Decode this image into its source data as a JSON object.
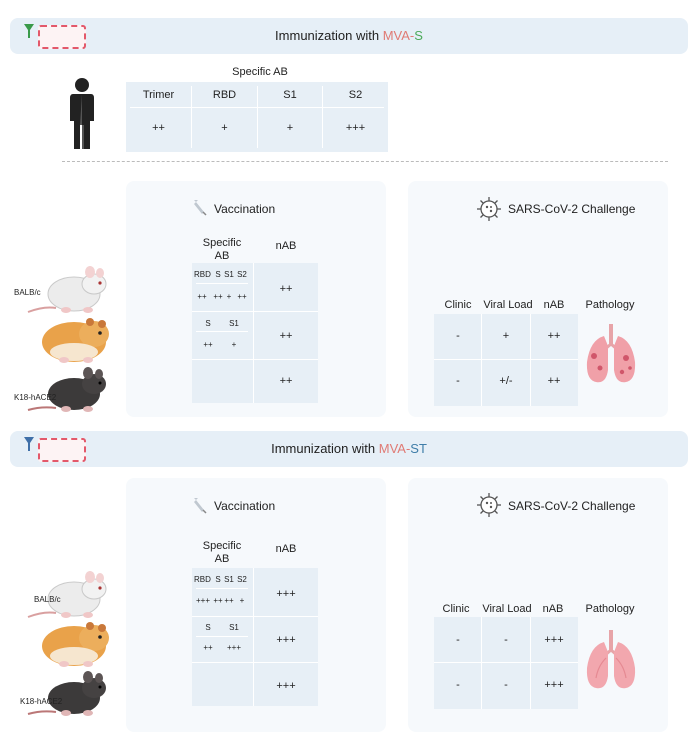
{
  "colors": {
    "mva": "#e07a74",
    "s": "#4caa5a",
    "st": "#3f7da8",
    "panel": "#f6f9fc",
    "cell": "#e7eff6",
    "banner": "#e6eff7"
  },
  "human": {
    "banner": {
      "prefix": "Immunization with ",
      "mva": "MVA",
      "dash": "-",
      "antigen": "S"
    },
    "table_title": "Specific AB",
    "headers": [
      "Trimer",
      "RBD",
      "S1",
      "S2"
    ],
    "values": [
      "++",
      "+",
      "+",
      "+++"
    ]
  },
  "animals": {
    "balb": "BALB/c",
    "k18": "K18-hACE2"
  },
  "sec1": {
    "banner": {
      "prefix": "Immunization with ",
      "mva": "MVA",
      "dash": "-",
      "antigen": "S"
    },
    "vaccination": {
      "title": "Vaccination",
      "col_specific": "Specific AB",
      "col_nab": "nAB",
      "r1_heads": [
        "RBD",
        "S",
        "S1",
        "S2"
      ],
      "r1_vals": [
        "++",
        "++",
        "+",
        "++"
      ],
      "r2_heads": [
        "S",
        "S1"
      ],
      "r2_vals": [
        "++",
        "+"
      ],
      "nab": [
        "++",
        "++",
        "++"
      ]
    },
    "challenge": {
      "title": "SARS-CoV-2 Challenge",
      "headers": [
        "Clinic",
        "Viral Load",
        "nAB",
        "Pathology"
      ],
      "rows": [
        [
          "-",
          "+",
          "++"
        ],
        [
          "-",
          "+/-",
          "++"
        ]
      ]
    }
  },
  "sec2": {
    "banner": {
      "prefix": "Immunization with ",
      "mva": "MVA",
      "dash": "-",
      "antigen": "ST"
    },
    "vaccination": {
      "title": "Vaccination",
      "col_specific": "Specific AB",
      "col_nab": "nAB",
      "r1_heads": [
        "RBD",
        "S",
        "S1",
        "S2"
      ],
      "r1_vals": [
        "+++",
        "++",
        "++",
        "+"
      ],
      "r2_heads": [
        "S",
        "S1"
      ],
      "r2_vals": [
        "++",
        "+++"
      ],
      "nab": [
        "+++",
        "+++",
        "+++"
      ]
    },
    "challenge": {
      "title": "SARS-CoV-2 Challenge",
      "headers": [
        "Clinic",
        "Viral Load",
        "nAB",
        "Pathology"
      ],
      "rows": [
        [
          "-",
          "-",
          "+++"
        ],
        [
          "-",
          "-",
          "+++"
        ]
      ]
    }
  }
}
